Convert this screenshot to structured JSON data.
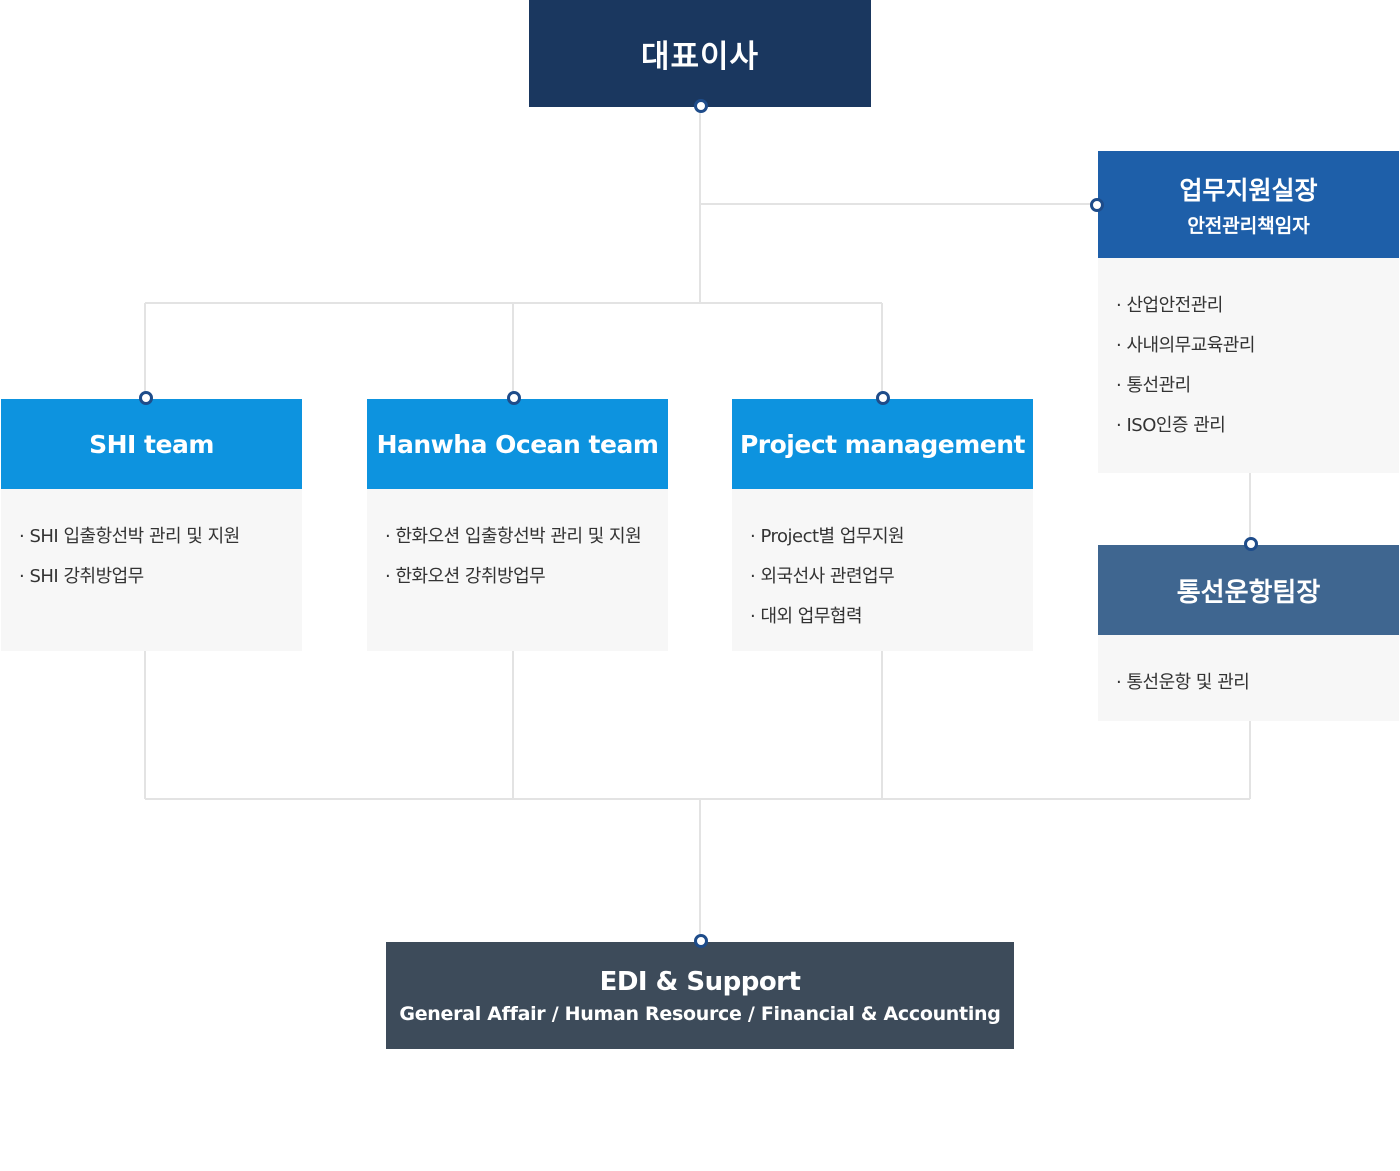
{
  "ceo": {
    "title": "대표이사"
  },
  "support_head": {
    "title": "업무지원실장",
    "subtitle": "안전관리책임자",
    "items": [
      "산업안전관리",
      "사내의무교육관리",
      "통선관리",
      "ISO인증 관리"
    ]
  },
  "ops_head": {
    "title": "통선운항팀장",
    "items": [
      "통선운항 및 관리"
    ]
  },
  "teams": [
    {
      "title": "SHI team",
      "items": [
        "SHI 입출항선박 관리 및 지원",
        "SHI 강취방업무"
      ]
    },
    {
      "title": "Hanwha Ocean team",
      "items": [
        "한화오션 입출항선박 관리 및 지원",
        "한화오션 강취방업무"
      ]
    },
    {
      "title": "Project management",
      "items": [
        "Project별 업무지원",
        "외국선사 관련업무",
        "대외 업무협력"
      ]
    }
  ],
  "edi": {
    "title": "EDI & Support",
    "subtitle": "General Affair / Human Resource / Financial & Accounting"
  },
  "colors": {
    "ceo": "#1a375f",
    "support_head": "#1e5fa9",
    "ops_head": "#3f6690",
    "team_head": "#0d93df",
    "edi": "#3d4b5a",
    "line": "#e3e3e3",
    "box_bg": "#f7f7f7"
  }
}
